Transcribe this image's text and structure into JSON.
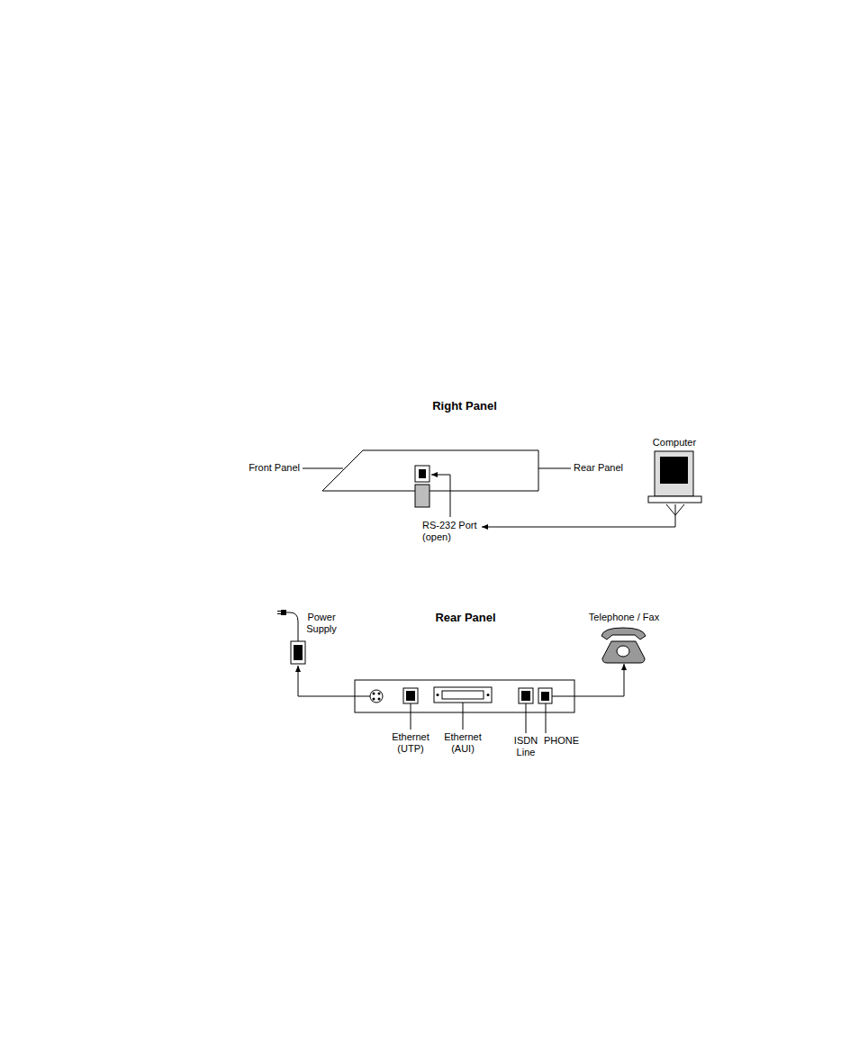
{
  "diagram": {
    "nodes": [
      {
        "text": [
          "Right Panel"
        ]
      },
      {
        "text": [
          "RS-232 Port (open)"
        ]
      },
      {
        "text": [
          "Computer"
        ]
      },
      {
        "text": [
          "Power Supply"
        ]
      },
      {
        "text": [
          "Rear Panel"
        ]
      },
      {
        "text": [
          "Telephone / Fax"
        ]
      }
    ],
    "edges": [
      {
        "from": 2,
        "to": 1,
        "arrow": "to"
      },
      {
        "from": 4,
        "to": 3,
        "arrow": "to"
      },
      {
        "from": 4,
        "to": 5,
        "arrow": "to"
      }
    ],
    "labels": [
      "Front Panel",
      "Rear Panel",
      "Ethernet (UTP)",
      "Ethernet (AUI)",
      "ISDN Line",
      "PHONE"
    ]
  }
}
